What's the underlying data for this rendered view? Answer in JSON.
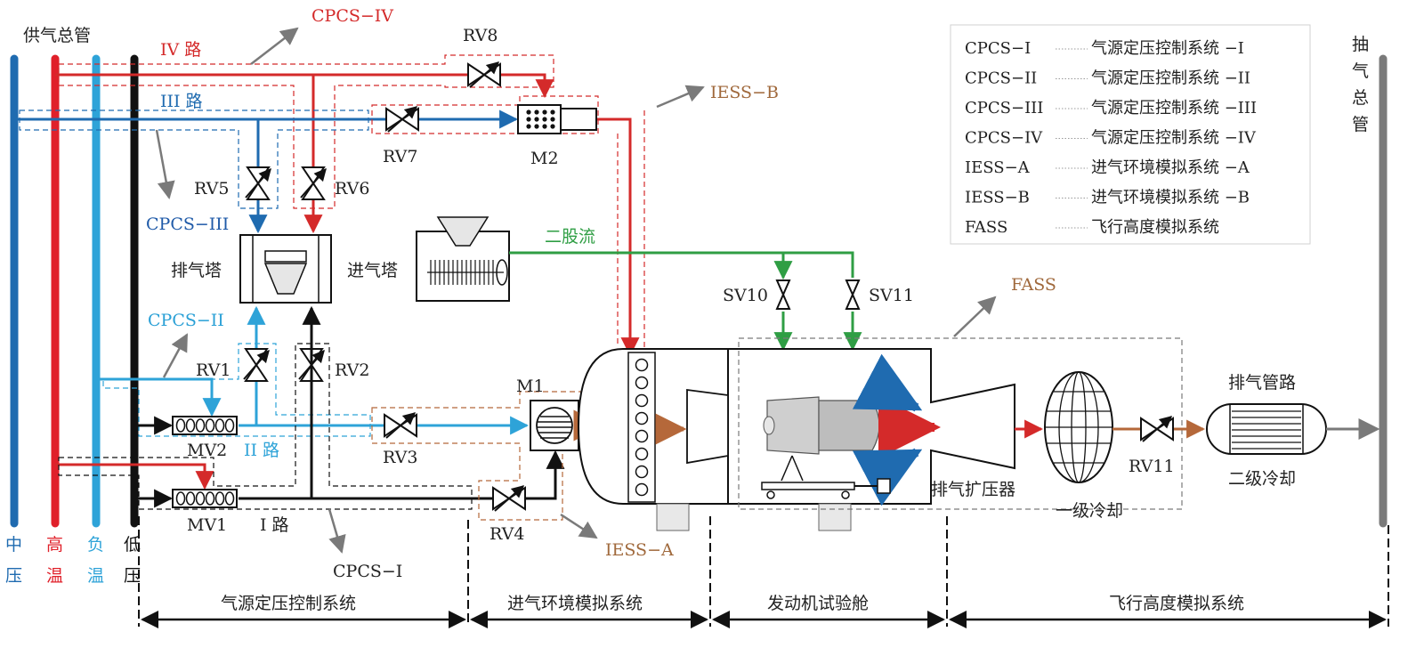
{
  "colors": {
    "medium_pressure": "#1f6bb0",
    "high_temp": "#e0202a",
    "neg_temp": "#2ea3d8",
    "low_pressure": "#111111",
    "exhaust_main": "#7a7a7a",
    "green": "#2f9e44",
    "brown": "#b5683a",
    "iess_label": "#a0693c",
    "cpcs3_label": "#1f5aa8",
    "cpcs4_label": "#d42a2a",
    "cpcs2_label": "#2aa0d6"
  },
  "icons": {
    "valve": "butterfly-valve-icon",
    "switch_valve": "bowtie-valve-icon",
    "mixer": "mixer-icon",
    "arrow": "arrow-icon"
  },
  "supply_header": "供气总管",
  "pipes": {
    "p1": [
      "中",
      "压"
    ],
    "p2": [
      "高",
      "温"
    ],
    "p3": [
      "负",
      "温"
    ],
    "p4": [
      "低",
      "压"
    ]
  },
  "exhaust_main": [
    "抽",
    "气",
    "总",
    "管"
  ],
  "routes": {
    "r1": "I 路",
    "r2": "II 路",
    "r3": "III 路",
    "r4": "IV 路"
  },
  "systems": {
    "cpcs1": "CPCS−I",
    "cpcs2": "CPCS−II",
    "cpcs3": "CPCS−III",
    "cpcs4": "CPCS−IV",
    "iessA": "IESS−A",
    "iessB": "IESS−B",
    "fass": "FASS"
  },
  "valves": {
    "rv1": "RV1",
    "rv2": "RV2",
    "rv3": "RV3",
    "rv4": "RV4",
    "rv5": "RV5",
    "rv6": "RV6",
    "rv7": "RV7",
    "rv8": "RV8",
    "rv11": "RV11",
    "sv10": "SV10",
    "sv11": "SV11",
    "mv1": "MV1",
    "mv2": "MV2",
    "m1": "M1",
    "m2": "M2"
  },
  "components": {
    "exhaust_tower": "排气塔",
    "intake_tower": "进气塔",
    "bypass_flow": "二股流",
    "diffuser": "排气扩压器",
    "cooling1": "一级冷却",
    "exhaust_pipeline": "排气管路",
    "cooling2": "二级冷却"
  },
  "legend": [
    {
      "code": "CPCS−I",
      "desc": "气源定压控制系统 −I"
    },
    {
      "code": "CPCS−II",
      "desc": "气源定压控制系统 −II"
    },
    {
      "code": "CPCS−III",
      "desc": "气源定压控制系统 −III"
    },
    {
      "code": "CPCS−IV",
      "desc": "气源定压控制系统 −IV"
    },
    {
      "code": "IESS−A",
      "desc": "进气环境模拟系统 −A"
    },
    {
      "code": "IESS−B",
      "desc": "进气环境模拟系统 −B"
    },
    {
      "code": "FASS",
      "desc": "飞行高度模拟系统"
    }
  ],
  "sections": {
    "s1": "气源定压控制系统",
    "s2": "进气环境模拟系统",
    "s3": "发动机试验舱",
    "s4": "飞行高度模拟系统"
  }
}
